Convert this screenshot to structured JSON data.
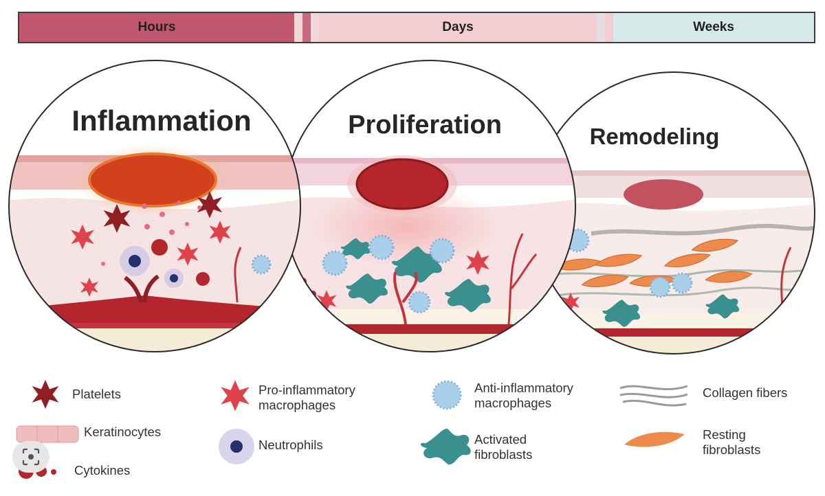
{
  "timeline": {
    "hours": "Hours",
    "days": "Days",
    "weeks": "Weeks"
  },
  "phases": {
    "inflammation": "Inflammation",
    "proliferation": "Proliferation",
    "remodeling": "Remodeling"
  },
  "legend": {
    "platelets": "Platelets",
    "keratinocytes": "Keratinocytes",
    "cytokines": "Cytokines",
    "pro_inflammatory_1": "Pro-inflammatory",
    "pro_inflammatory_2": "macrophages",
    "neutrophils": "Neutrophils",
    "anti_inflammatory_1": "Anti-inflammatory",
    "anti_inflammatory_2": "macrophages",
    "activated_1": "Activated",
    "activated_2": "fibroblasts",
    "collagen": "Collagen fibers",
    "resting_1": "Resting",
    "resting_2": "fibroblasts"
  },
  "colors": {
    "hours": "#c1576e",
    "days": "#f3cfd2",
    "weeks": "#d6ebe9",
    "wound": "#b8281f",
    "pro_macrophage": "#e0424c",
    "anti_macrophage": "#a9cfea",
    "fibroblast": "#3a8f8f",
    "resting_fibroblast": "#ee8a4b",
    "neutrophil": "#5a57a6",
    "platelet": "#8e1f22"
  }
}
